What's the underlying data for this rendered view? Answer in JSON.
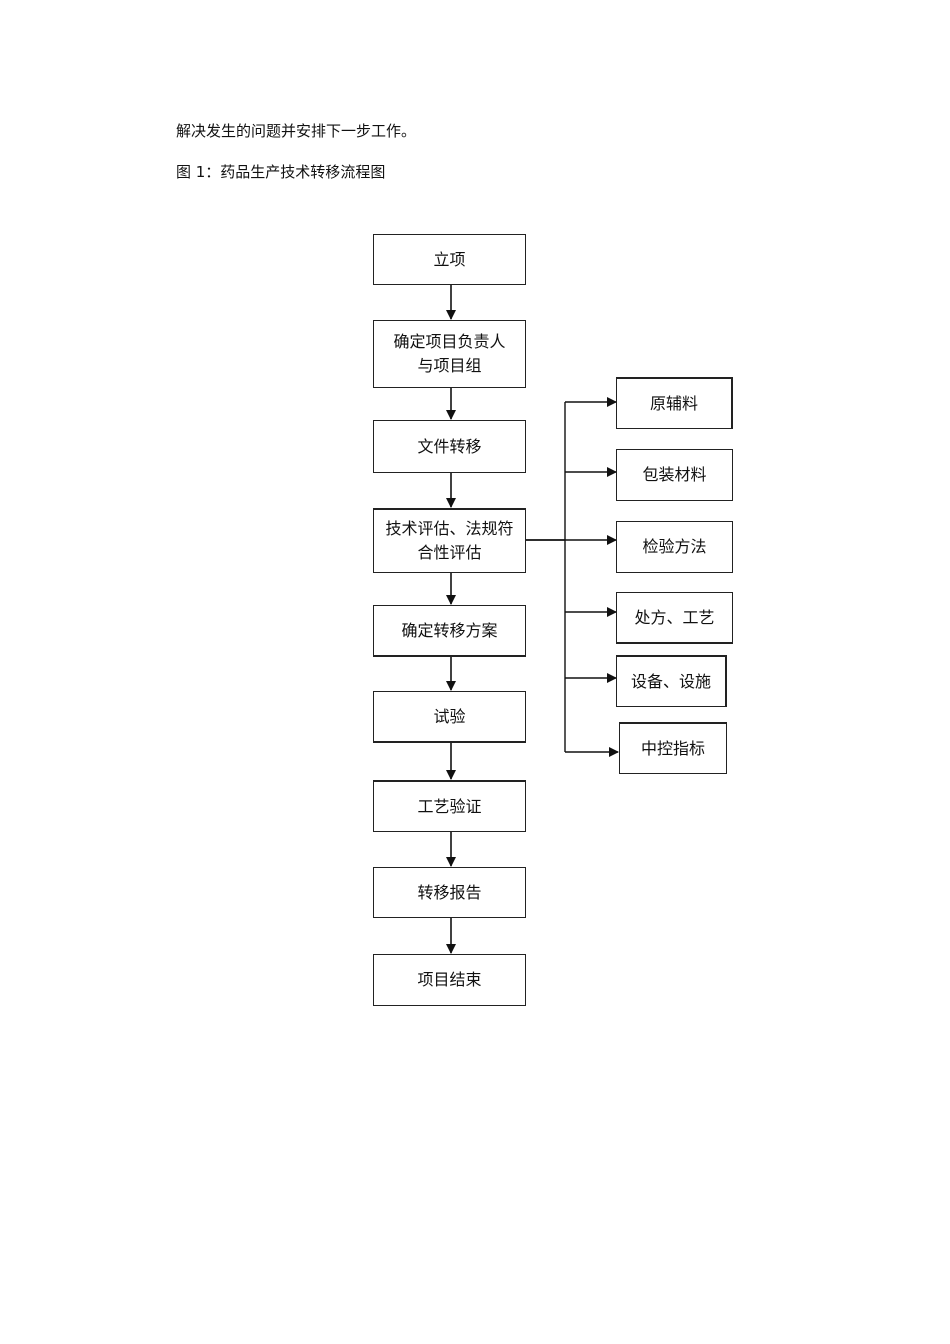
{
  "text": {
    "line1": "解决发生的问题并安排下一步工作。",
    "caption": "图 1：药品生产技术转移流程图"
  },
  "flowchart": {
    "main_steps": [
      {
        "id": "lixiang",
        "lines": [
          "立项"
        ]
      },
      {
        "id": "queding-fuzeren",
        "lines": [
          "确定项目负责人",
          "与项目组"
        ]
      },
      {
        "id": "wenjian-zhuanyi",
        "lines": [
          "文件转移"
        ]
      },
      {
        "id": "jishu-pinggu",
        "lines": [
          "技术评估、法规符",
          "合性评估"
        ]
      },
      {
        "id": "queding-fangan",
        "lines": [
          "确定转移方案"
        ]
      },
      {
        "id": "shiyan",
        "lines": [
          "试验"
        ]
      },
      {
        "id": "gongyi-yanzheng",
        "lines": [
          "工艺验证"
        ]
      },
      {
        "id": "zhuanyi-baogao",
        "lines": [
          "转移报告"
        ]
      },
      {
        "id": "xiangmu-jieshu",
        "lines": [
          "项目结束"
        ]
      }
    ],
    "branch_source": "jishu-pinggu",
    "branch_items": [
      {
        "id": "yuanfuliao",
        "label": "原辅料"
      },
      {
        "id": "baozhuang-cailiao",
        "label": "包装材料"
      },
      {
        "id": "jianyan-fangfa",
        "label": "检验方法"
      },
      {
        "id": "chufang-gongyi",
        "label": "处方、工艺"
      },
      {
        "id": "shebei-sheshi",
        "label": "设备、设施"
      },
      {
        "id": "zhongkong-zhibiao",
        "label": "中控指标"
      }
    ]
  }
}
